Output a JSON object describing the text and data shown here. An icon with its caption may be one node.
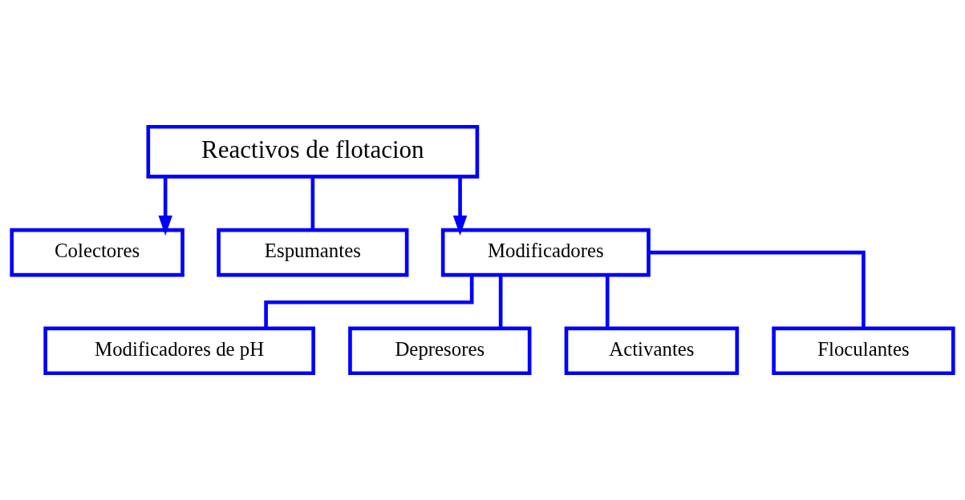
{
  "diagram": {
    "nodes": [
      {
        "text": [
          "Reactivos de flotacion"
        ]
      },
      {
        "text": [
          "Colectores"
        ]
      },
      {
        "text": [
          "Espumantes"
        ]
      },
      {
        "text": [
          "Modificadores"
        ]
      },
      {
        "text": [
          "Modificadores de pH"
        ]
      },
      {
        "text": [
          "Depresores"
        ]
      },
      {
        "text": [
          "Activantes"
        ]
      },
      {
        "text": [
          "Floculantes"
        ]
      }
    ],
    "edges": [
      {
        "from": 0,
        "to": 1,
        "arrow": "to"
      },
      {
        "from": 0,
        "to": 2,
        "arrow": "none"
      },
      {
        "from": 0,
        "to": 3,
        "arrow": "to"
      },
      {
        "from": 3,
        "to": 4,
        "arrow": "none"
      },
      {
        "from": 3,
        "to": 5,
        "arrow": "none"
      },
      {
        "from": 3,
        "to": 6,
        "arrow": "none"
      },
      {
        "from": 3,
        "to": 7,
        "arrow": "none"
      }
    ]
  }
}
